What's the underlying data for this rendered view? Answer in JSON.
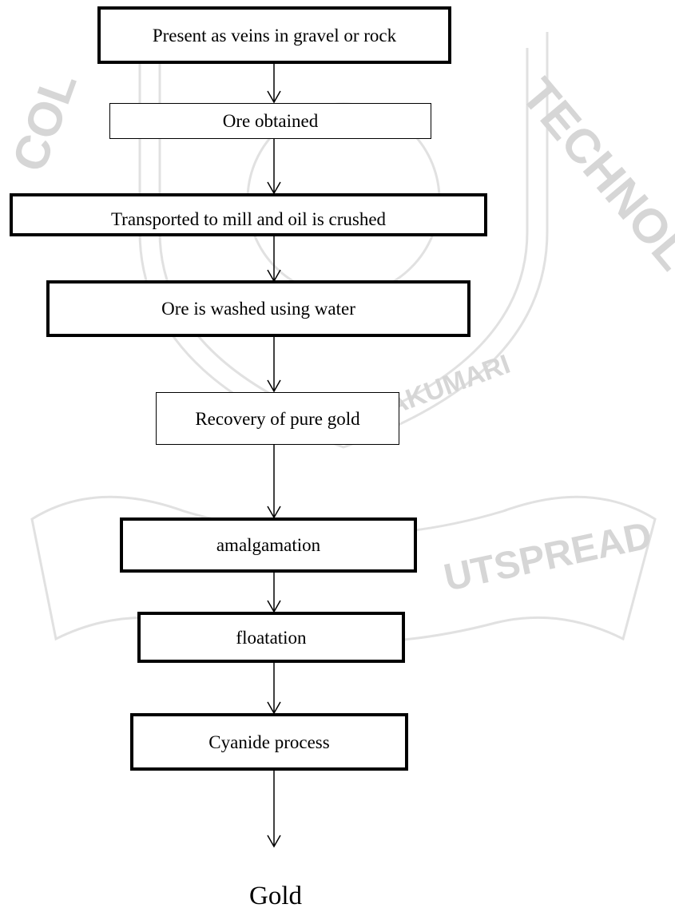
{
  "flowchart": {
    "steps": [
      "Present as veins in gravel or rock",
      "Ore obtained",
      "Transported to mill and oil is crushed",
      "Ore is washed using water",
      "Recovery of pure gold",
      "amalgamation",
      "floatation",
      "Cyanide process"
    ],
    "result": "Gold"
  },
  "watermark": {
    "text_top": "COLLEGE OF ENGINEERING AND TECHNOLOGY",
    "text_bottom": "KANYAKUMARI",
    "ribbon": "OBSERVE OPTIMIZE OUTSPREAD",
    "color": "#d9d9d9"
  }
}
